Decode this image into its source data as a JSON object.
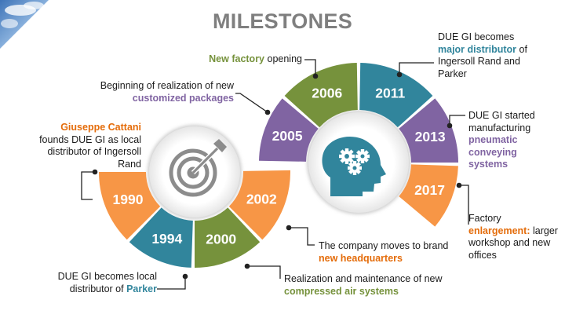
{
  "title": "MILESTONES",
  "colors": {
    "orange": "#f79646",
    "teal": "#31859c",
    "green": "#76923c",
    "purple": "#8064a2",
    "title_gray": "#7f7f7f",
    "highlight_orange": "#e46c0a"
  },
  "icons": {
    "left_circle": "target-icon",
    "right_circle": "head-gears-icon",
    "corner": "sky-clouds-image"
  },
  "milestones": [
    {
      "year": "1990",
      "color": "orange",
      "text_before": "",
      "highlight": "Giuseppe Cattani",
      "text_after": "founds DUE GI as local distributor of Ingersoll Rand"
    },
    {
      "year": "1994",
      "color": "teal",
      "text_before": "DUE GI becomes local distributor of",
      "highlight": "Parker",
      "text_after": ""
    },
    {
      "year": "2000",
      "color": "green",
      "text_before": "Realization and maintenance of new",
      "highlight": "compressed air systems",
      "text_after": ""
    },
    {
      "year": "2002",
      "color": "orange",
      "text_before": "The company moves to brand",
      "highlight": "new headquarters",
      "text_after": ""
    },
    {
      "year": "2005",
      "color": "purple",
      "text_before": "Beginning of realization of new",
      "highlight": "customized packages",
      "text_after": ""
    },
    {
      "year": "2006",
      "color": "green",
      "text_before": "",
      "highlight": "New factory",
      "text_after": "opening"
    },
    {
      "year": "2011",
      "color": "teal",
      "text_before": "DUE GI becomes",
      "highlight": "major distributor",
      "text_after": "of Ingersoll Rand and Parker"
    },
    {
      "year": "2013",
      "color": "purple",
      "text_before": "DUE GI started manufacturing",
      "highlight": "pneumatic conveying systems",
      "text_after": ""
    },
    {
      "year": "2017",
      "color": "orange",
      "text_before": "Factory",
      "highlight": "enlargement:",
      "text_after": "larger workshop and new offices"
    }
  ]
}
